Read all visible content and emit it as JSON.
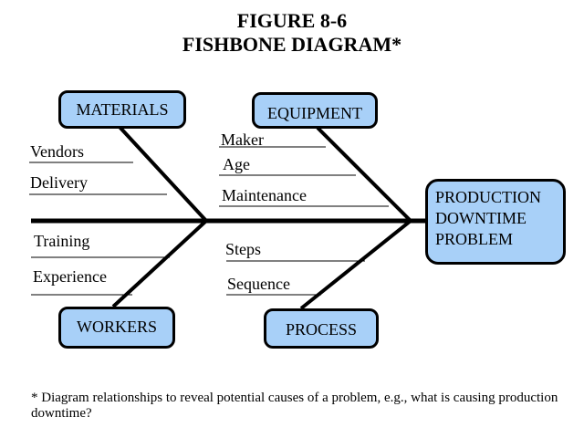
{
  "title": {
    "line1": "FIGURE 8-6",
    "line2": "FISHBONE DIAGRAM*"
  },
  "categories": {
    "materials": {
      "label": "MATERIALS",
      "causes": [
        "Vendors",
        "Delivery"
      ]
    },
    "equipment": {
      "label": "EQUIPMENT",
      "causes": [
        "Maker",
        "Age",
        "Maintenance"
      ]
    },
    "workers": {
      "label": "WORKERS",
      "causes": [
        "Training",
        "Experience"
      ]
    },
    "process": {
      "label": "PROCESS",
      "causes": [
        "Steps",
        "Sequence"
      ]
    }
  },
  "effect": {
    "lines": [
      "PRODUCTION",
      "DOWNTIME",
      "PROBLEM"
    ]
  },
  "footnote": "* Diagram relationships to reveal potential causes of a problem, e.g., what is causing production downtime?",
  "colors": {
    "box_fill": "#a8d0f8",
    "line": "#000000"
  }
}
